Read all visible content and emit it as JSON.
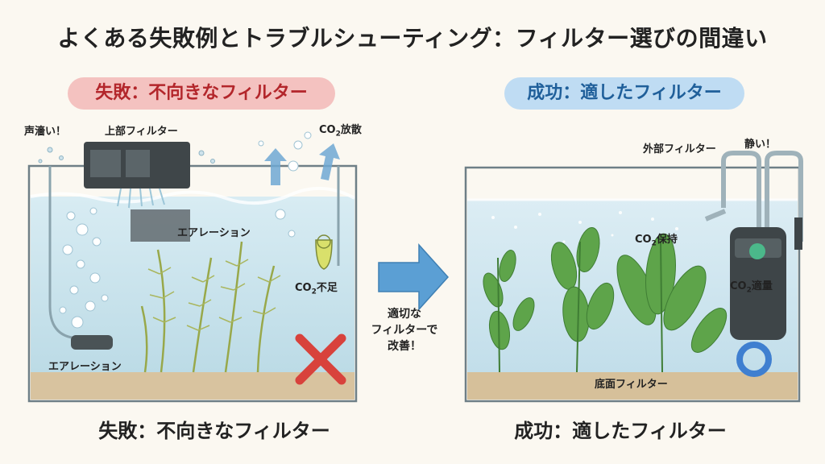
{
  "title": "よくある失敗例とトラブルシューティング：フィルター選びの間違い",
  "left": {
    "banner": "失敗：不向きなフィルター",
    "caption": "失敗：不向きなフィルター",
    "labels": {
      "noise": "声濇い！",
      "top_filter": "上部フィルター",
      "co2_release": "放散",
      "aeration_mid": "エアレーション",
      "co2_short": "不足",
      "aeration_bottom": "エアレーション"
    }
  },
  "center": {
    "line1": "適切な",
    "line2": "フィルターで",
    "line3": "改善！"
  },
  "right": {
    "banner": "成功：適したフィルター",
    "caption": "成功：適したフィルター",
    "labels": {
      "external_filter": "外部フィルター",
      "quiet": "静い！",
      "co2_keep": "保持",
      "co2_ok": "適量",
      "bottom_filter": "底面フィルター"
    }
  },
  "co2_prefix": "CO",
  "co2_sub": "2",
  "colors": {
    "fail_banner": "#f4c2c0",
    "fail_text": "#b3262b",
    "ok_banner": "#bfdcf3",
    "ok_text": "#1f5f9a",
    "water": "#cfe6ef",
    "sand": "#d8c39f",
    "arrow": "#5b9fd4"
  }
}
